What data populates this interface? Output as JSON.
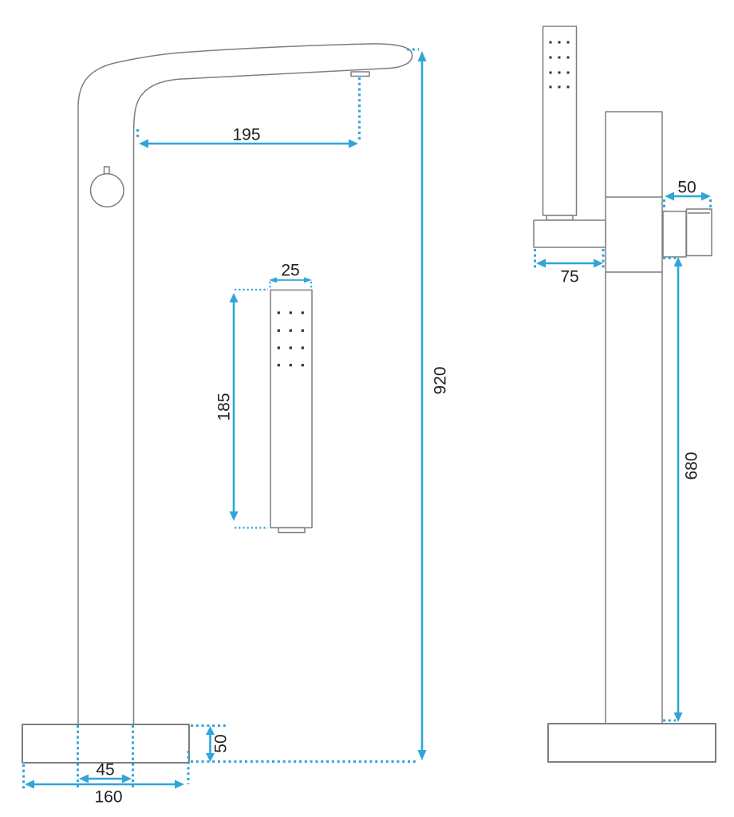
{
  "drawing": {
    "type": "technical-dimension-drawing",
    "subject": "freestanding-faucet-with-hand-shower",
    "views": {
      "front": {
        "dimensions": {
          "spout_reach": "195",
          "handshower_width": "25",
          "handshower_length": "185",
          "total_height": "920",
          "column_width": "45",
          "base_width": "160",
          "base_height": "50"
        }
      },
      "side": {
        "dimensions": {
          "holder_depth": "75",
          "mixer_depth": "50",
          "spout_height": "680"
        }
      }
    }
  },
  "colors": {
    "accent": "#2fa5d9",
    "outline": "#7c7e80",
    "text": "#231f20",
    "dots": "#2f3033",
    "bg": "#ffffff"
  }
}
